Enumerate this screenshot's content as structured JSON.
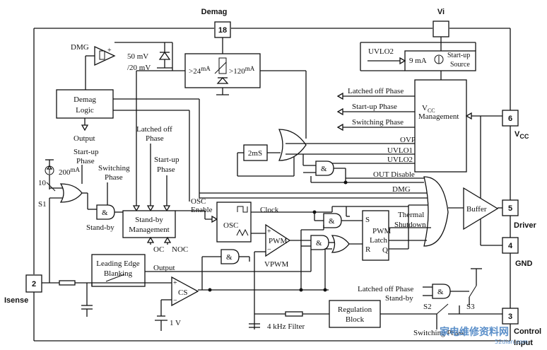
{
  "pins": {
    "demag": {
      "number": "18",
      "name": "Demag"
    },
    "vi": {
      "name": "Vi"
    },
    "vcc": {
      "number": "6",
      "name": "V",
      "sub": "CC"
    },
    "driver": {
      "number": "5",
      "name": "Driver"
    },
    "gnd": {
      "number": "4",
      "name": "GND"
    },
    "control": {
      "number": "3",
      "name_line1": "Control",
      "name_line2": "Input"
    },
    "isense": {
      "number": "2",
      "name": "Isense"
    }
  },
  "blocks": {
    "demag_logic": [
      "Demag",
      "Logic"
    ],
    "startup_source": {
      "value": "9 mA",
      "label_line1": "Start-up",
      "label_line2": "Source"
    },
    "vcc_management": {
      "prefix": "V",
      "sub": "CC",
      "line2": "Management"
    },
    "standby_management": [
      "Stand-by",
      "Management"
    ],
    "osc": "OSC",
    "pwm": "PWM",
    "pwm_latch": {
      "s": "S",
      "r": "R",
      "q": "Q",
      "line1": "PWM",
      "line2": "Latch"
    },
    "leading_edge_blanking": [
      "Leading Edge",
      "Blanking"
    ],
    "regulation_block": [
      "Regulation",
      "Block"
    ],
    "buffer": "Buffer",
    "timer": "2mS",
    "cs": "CS"
  },
  "labels": {
    "dmg_comp": "DMG",
    "v50": "50  mV",
    "v20": "/20  mV",
    "i24": ">24",
    "i24_unit": "mA",
    "i120": ">120",
    "i120_unit": "mA",
    "uvlo2_top": "UVLO2",
    "latched_off_phase": "Latched off Phase",
    "startup_phase": "Start-up Phase",
    "switching_phase": "Switching Phase",
    "ovp": "OVP",
    "uvlo1": "UVLO1",
    "uvlo2": "UVLO2",
    "out_disable": "OUT Disable",
    "dmg": "DMG",
    "output_demag": "Output",
    "startup_phase_left": [
      "Start-up",
      "Phase"
    ],
    "i200": "200",
    "i200_unit": "mA",
    "ten": "10",
    "s1": "S1",
    "switching_phase_left": [
      "Switching",
      "Phase"
    ],
    "standby": "Stand-by",
    "latched_off_phase_mid": [
      "Latched off",
      "Phase"
    ],
    "startup_phase_mid": [
      "Start-up",
      "Phase"
    ],
    "osc_enable": [
      "OSC",
      "Enable"
    ],
    "clock": "Clock",
    "thermal_shutdown": [
      "Thermal",
      "Shutdown"
    ],
    "oc": "OC",
    "noc": "NOC",
    "output_leb": "Output",
    "vpwm": "VPWM",
    "one_v": "1  V",
    "filter": "4 kHz Filter",
    "latched_off_phase_bottom": "Latched off Phase",
    "standby_bottom": "Stand-by",
    "s2": "S2",
    "s3": "S3",
    "switching_phase_bottom": "Switching Phase",
    "gate_and": "&"
  },
  "watermark": {
    "main": "家电维修资料网",
    "sub": "52dian.com"
  }
}
